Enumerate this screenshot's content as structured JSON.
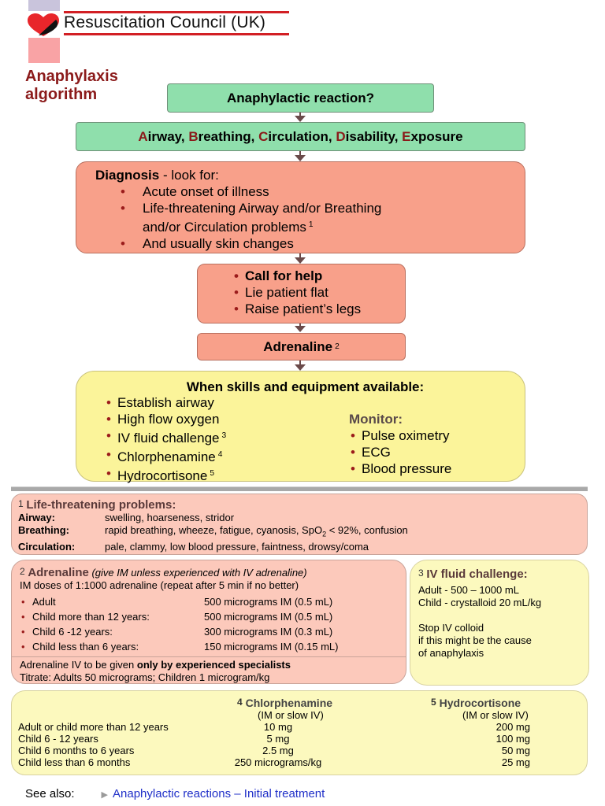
{
  "header": {
    "org_name": "Resuscitation Council (UK)",
    "title_line1": "Anaphylaxis",
    "title_line2": "algorithm",
    "colors": {
      "brand_red": "#d21f24",
      "title": "#8b1a1a"
    }
  },
  "flow": {
    "step1": "Anaphylactic reaction?",
    "abcde": [
      {
        "initial": "A",
        "rest": "irway, "
      },
      {
        "initial": "B",
        "rest": "reathing, "
      },
      {
        "initial": "C",
        "rest": "irculation, "
      },
      {
        "initial": "D",
        "rest": "isability, "
      },
      {
        "initial": "E",
        "rest": "xposure"
      }
    ],
    "diagnosis": {
      "label_bold": "Diagnosis",
      "label_rest": " - look for:",
      "items": [
        "Acute onset of illness",
        "Life-threatening Airway and/or Breathing",
        "and/or Circulation problems",
        "And usually skin changes"
      ],
      "footnote": "1"
    },
    "call_help": {
      "items": [
        "Call for help",
        "Lie patient flat",
        "Raise patient’s legs"
      ]
    },
    "adrenaline": {
      "label": "Adrenaline",
      "footnote": "2"
    },
    "skills": {
      "title": "When skills and equipment available:",
      "items": [
        {
          "text": "Establish airway",
          "sup": ""
        },
        {
          "text": "High flow oxygen",
          "sup": ""
        },
        {
          "text": "IV fluid challenge",
          "sup": "3"
        },
        {
          "text": "Chlorphenamine",
          "sup": "4"
        },
        {
          "text": "Hydrocortisone",
          "sup": "5"
        }
      ],
      "monitor_title": "Monitor:",
      "monitor_items": [
        "Pulse oximetry",
        "ECG",
        "Blood pressure"
      ]
    }
  },
  "notes": {
    "n1": {
      "num": "1",
      "title": "Life-threatening problems:",
      "rows": [
        {
          "label": "Airway:",
          "value": "swelling, hoarseness, stridor"
        },
        {
          "label": "Breathing:",
          "value_pre": "rapid breathing, wheeze, fatigue, cyanosis, SpO",
          "value_sub": "2",
          "value_post": " < 92%, confusion"
        },
        {
          "label": "Circulation:",
          "value": "pale, clammy, low blood pressure, faintness, drowsy/coma"
        }
      ]
    },
    "n2": {
      "num": "2",
      "title": "Adrenaline",
      "title_note": "(give IM unless experienced with IV adrenaline)",
      "subtitle": "IM doses of 1:1000 adrenaline (repeat after 5 min if no better)",
      "doses": [
        {
          "group": "Adult",
          "dose": "500 micrograms IM (0.5 mL)"
        },
        {
          "group": "Child more than 12 years:",
          "dose": "500 micrograms IM (0.5 mL)"
        },
        {
          "group": "Child 6 -12 years:",
          "dose": "300 micrograms IM (0.3 mL)"
        },
        {
          "group": "Child less than 6 years:",
          "dose": "150 micrograms IM (0.15 mL)"
        }
      ],
      "iv_pre": "Adrenaline IV to be given ",
      "iv_bold": "only by experienced specialists",
      "titrate": "Titrate: Adults 50 micrograms; Children 1 microgram/kg"
    },
    "n3": {
      "num": "3",
      "title": "IV fluid challenge:",
      "adult": "Adult - 500 – 1000 mL",
      "child": "Child - crystalloid 20 mL/kg",
      "stop1": "Stop IV colloid",
      "stop2": "if this might be the cause",
      "stop3": "of anaphylaxis"
    },
    "n45": {
      "col4_num": "4",
      "col4_title": "Chlorphenamine",
      "col4_route": "(IM or slow IV)",
      "col5_num": "5",
      "col5_title": "Hydrocortisone",
      "col5_route": "(IM or slow IV)",
      "rows": [
        {
          "group": "Adult or child more than 12 years",
          "chlor": "10 mg",
          "hydro": "200 mg"
        },
        {
          "group": "Child 6 - 12 years",
          "chlor": "5 mg",
          "hydro": "100 mg"
        },
        {
          "group": "Child 6 months to 6 years",
          "chlor": "2.5 mg",
          "hydro": "50 mg"
        },
        {
          "group": "Child less than 6 months",
          "chlor": "250 micrograms/kg",
          "hydro": "25 mg"
        }
      ]
    }
  },
  "footer": {
    "see_also_label": "See also:",
    "link_text": "Anaphylactic reactions – Initial treatment",
    "link_color": "#1f2fc8"
  }
}
